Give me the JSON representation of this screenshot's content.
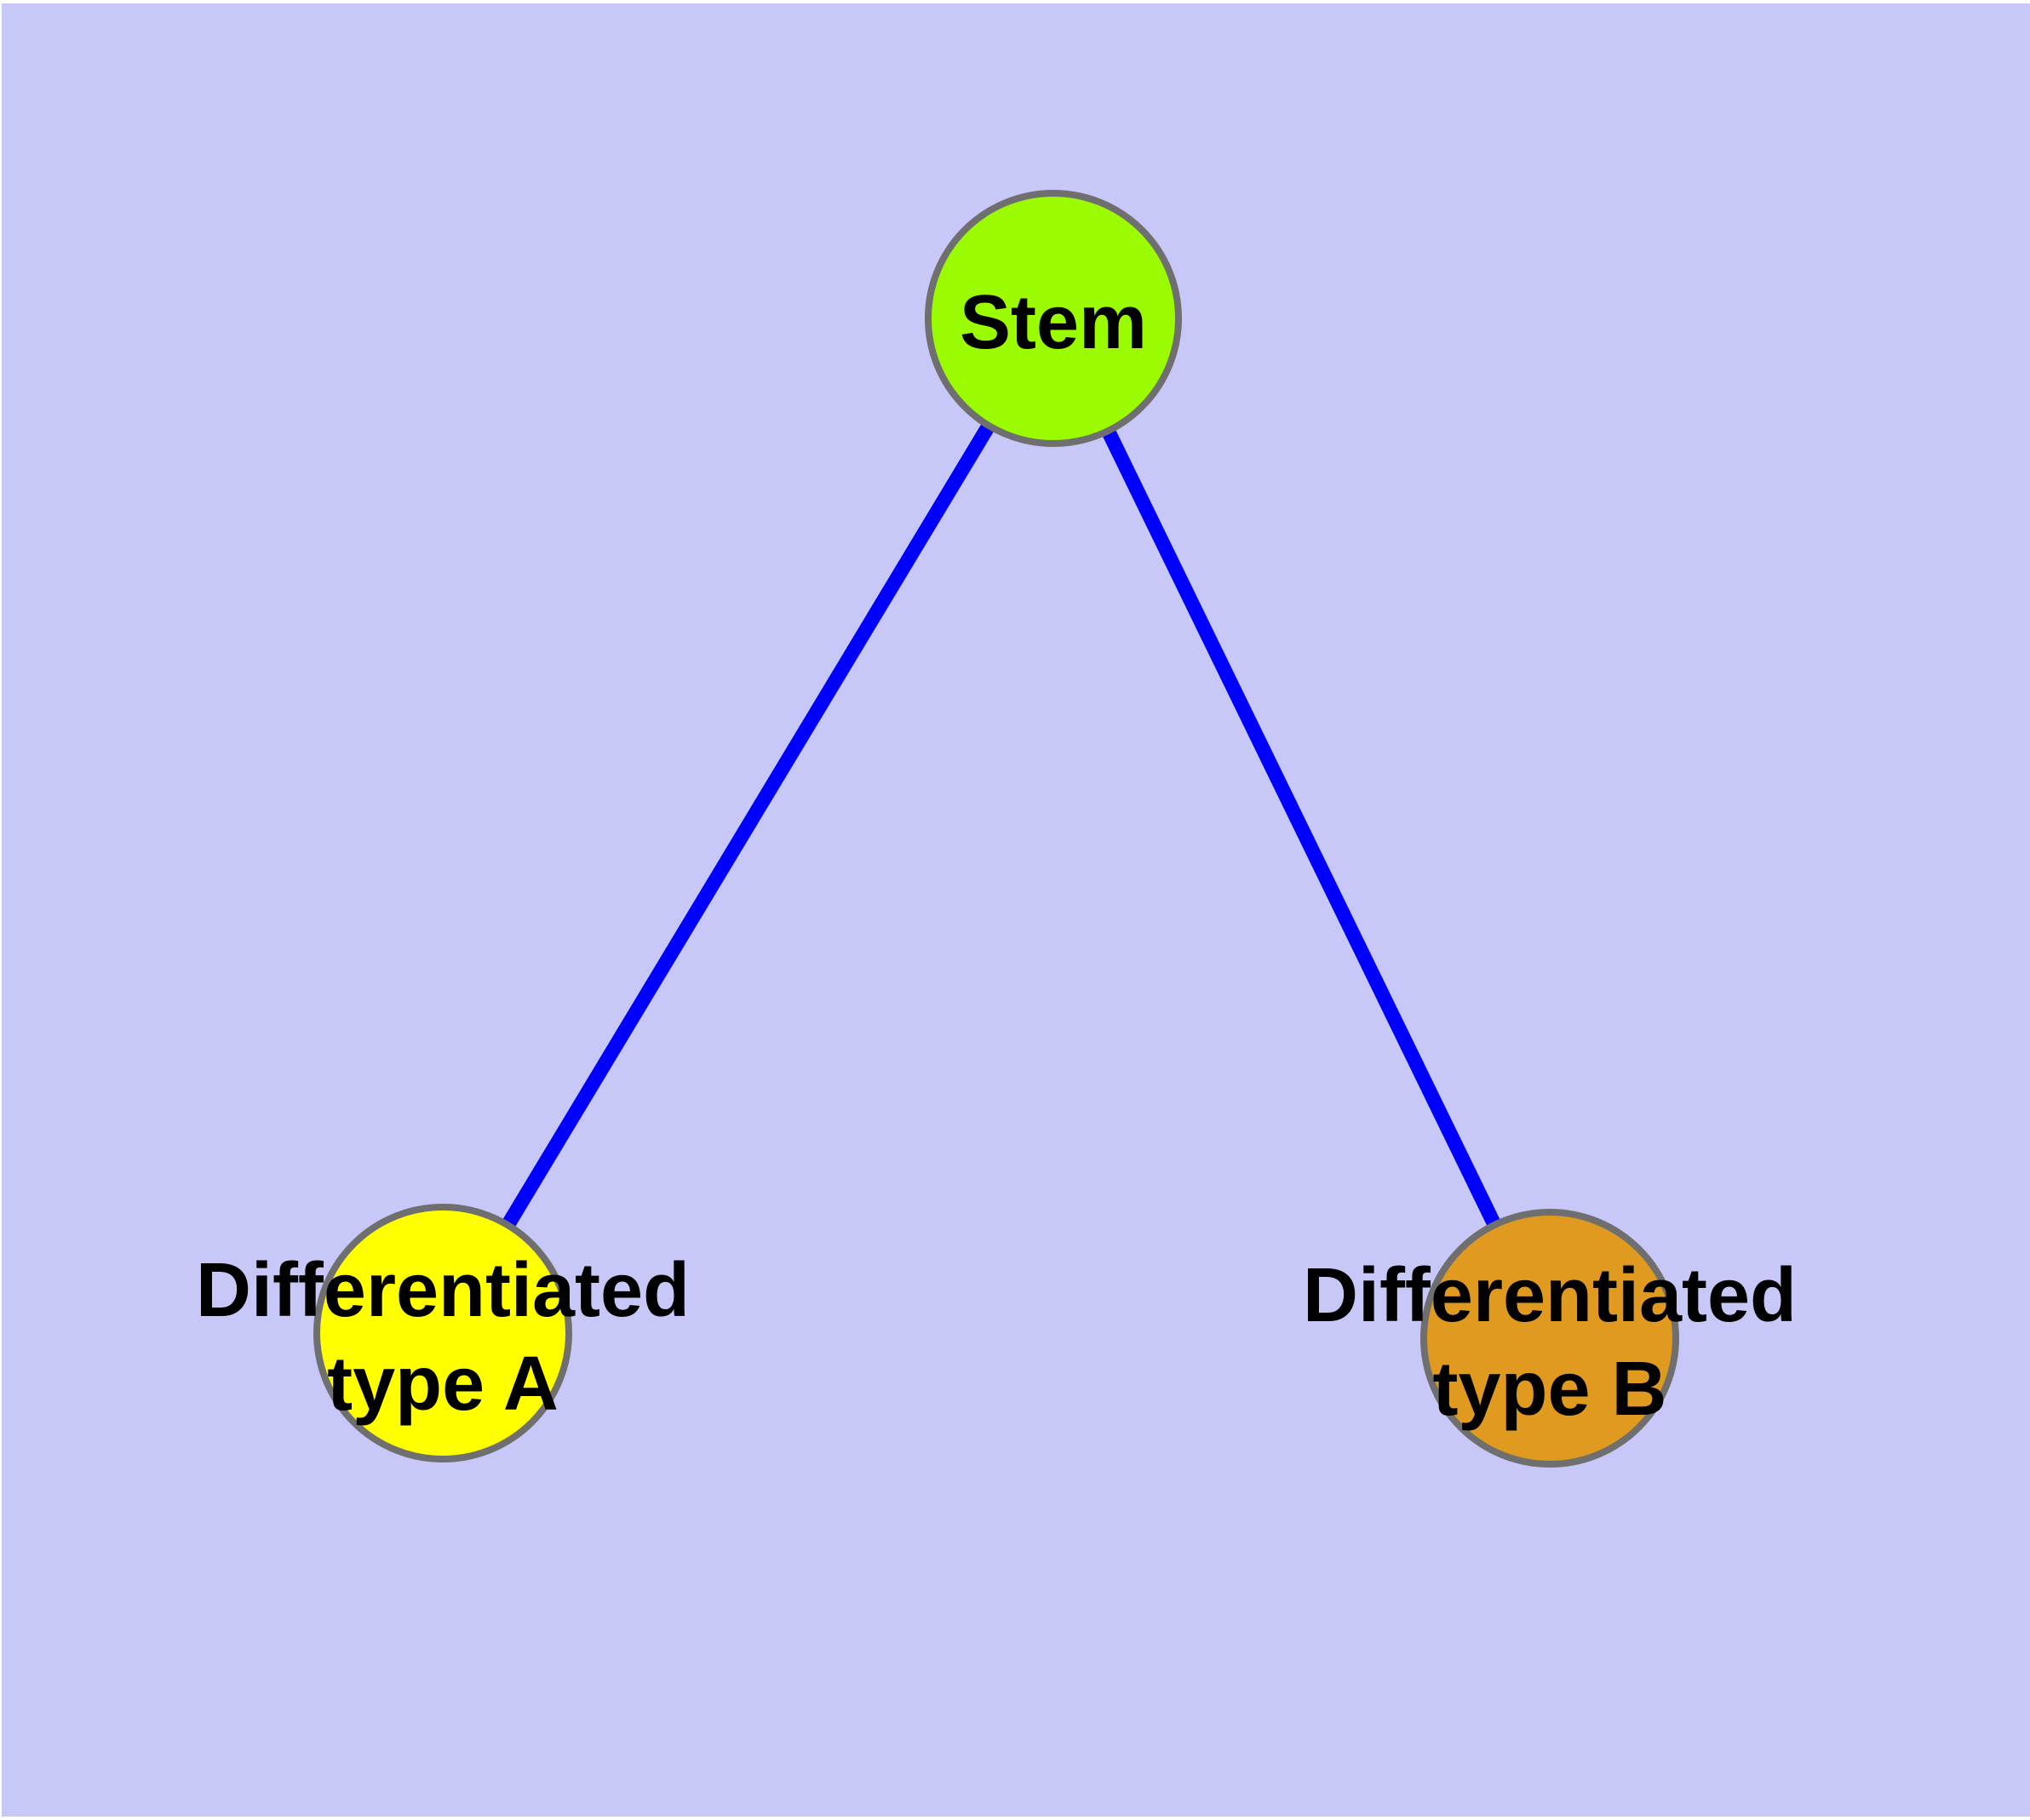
{
  "canvas": {
    "background_color": "#C8C8F8",
    "margin_color": "#FFFFFF",
    "edge_color": "#0000FF",
    "node_border_color": "#6F6F6F",
    "label_color": "#000000"
  },
  "diagram": {
    "type": "node-link-graph",
    "description": "Tree diagram of a stem cell differentiating into two cell types",
    "nodes": [
      {
        "id": "stem",
        "label": "Stem",
        "line1": "Stem",
        "line2": "",
        "fill": "#9BFB00"
      },
      {
        "id": "type-a",
        "label": "Differentiated type A",
        "line1": "Differentiated",
        "line2": "type A",
        "fill": "#FFFF00"
      },
      {
        "id": "type-b",
        "label": "Differentiated type B",
        "line1": "Differentiated",
        "line2": "type B",
        "fill": "#E09A20"
      }
    ],
    "edges": [
      {
        "from": "Stem",
        "to": "Differentiated type A"
      },
      {
        "from": "Stem",
        "to": "Differentiated type B"
      }
    ]
  }
}
